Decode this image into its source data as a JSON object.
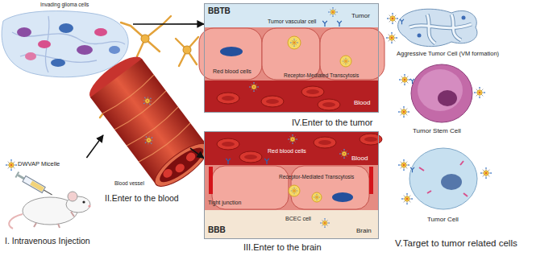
{
  "diagram": {
    "nodes": [
      {
        "text": [
          "Invading glioma cells"
        ]
      },
      {
        "text": [
          "DWVAP Micelle",
          "I. Intravenous Injection"
        ]
      },
      {
        "text": [
          "Blood vessel",
          "II.Enter to the blood"
        ]
      },
      {
        "text": [
          "BBTB",
          "Tumor",
          "Tumor vascular cell",
          "Receptor-Mediated Transcytosis",
          "Red blood cells",
          "Blood",
          "IV.Enter to the tumor"
        ]
      },
      {
        "text": [
          "Red blood cells",
          "Blood",
          "Receptor-Mediated Transcytosis",
          "Tight junction",
          "BCEC cell",
          "BBB",
          "Brain",
          "III.Enter to the brain"
        ]
      }
    ],
    "edges": [
      {
        "from": 0,
        "to": 3,
        "arrow": "to"
      },
      {
        "from": 1,
        "to": 2,
        "arrow": "to"
      },
      {
        "from": 2,
        "to": 4,
        "arrow": "to"
      }
    ],
    "labels": [
      "Aggressive Tumor Cell (VM formation)",
      "Tumor Stem Cell",
      "Tumor Cell",
      "V.Target to tumor related cells"
    ]
  }
}
